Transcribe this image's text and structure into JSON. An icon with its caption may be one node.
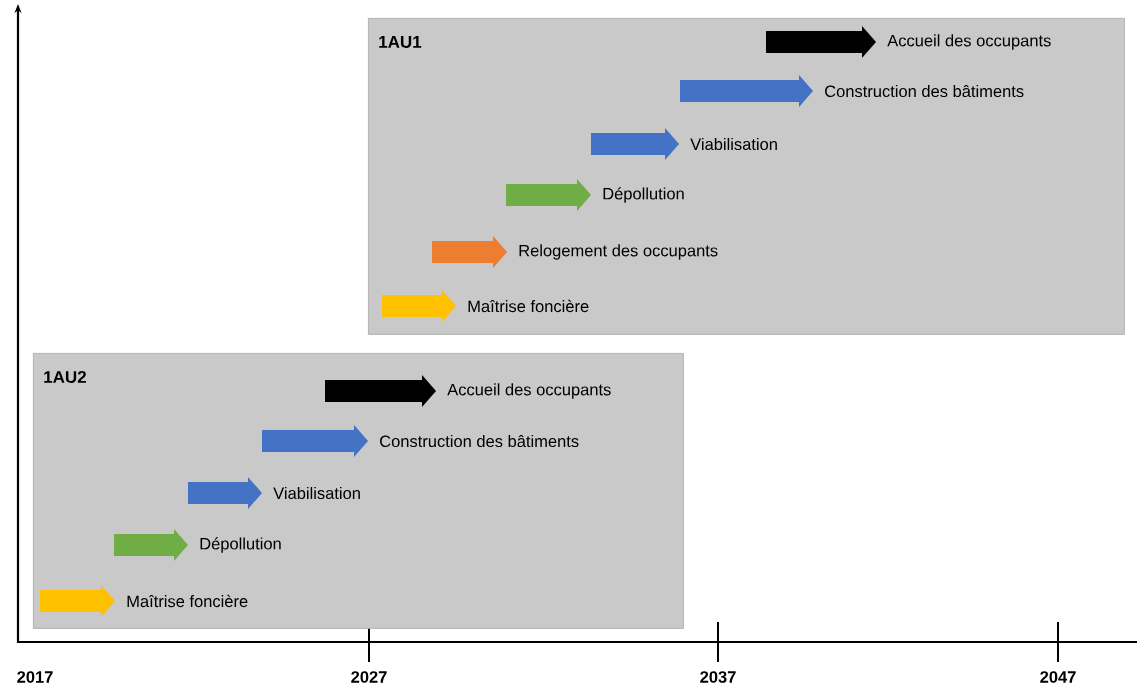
{
  "diagram": {
    "nodes": [
      {
        "text": [
          "1AU1"
        ]
      },
      {
        "text": [],
        "shape": "arrow",
        "beside": [
          "Accueil des occupants"
        ],
        "in": 0
      },
      {
        "text": [],
        "shape": "arrow",
        "beside": [
          "Construction des bâtiments"
        ],
        "in": 0
      },
      {
        "text": [],
        "shape": "arrow",
        "beside": [
          "Viabilisation"
        ],
        "in": 0
      },
      {
        "text": [],
        "shape": "arrow",
        "beside": [
          "Dépollution"
        ],
        "in": 0
      },
      {
        "text": [],
        "shape": "arrow",
        "beside": [
          "Relogement des occupants"
        ],
        "in": 0
      },
      {
        "text": [],
        "shape": "arrow",
        "beside": [
          "Maîtrise foncière"
        ],
        "in": 0
      },
      {
        "text": [
          "1AU2"
        ]
      },
      {
        "text": [],
        "shape": "arrow",
        "beside": [
          "Accueil des occupants"
        ],
        "in": 7
      },
      {
        "text": [],
        "shape": "arrow",
        "beside": [
          "Construction des bâtiments"
        ],
        "in": 7
      },
      {
        "text": [],
        "shape": "arrow",
        "beside": [
          "Viabilisation"
        ],
        "in": 7
      },
      {
        "text": [],
        "shape": "arrow",
        "beside": [
          "Dépollution"
        ],
        "in": 7
      },
      {
        "text": [],
        "shape": "arrow",
        "beside": [
          "Maîtrise foncière"
        ],
        "in": 7
      }
    ],
    "labels": [
      "2017",
      "2027",
      "2037",
      "2047"
    ]
  }
}
